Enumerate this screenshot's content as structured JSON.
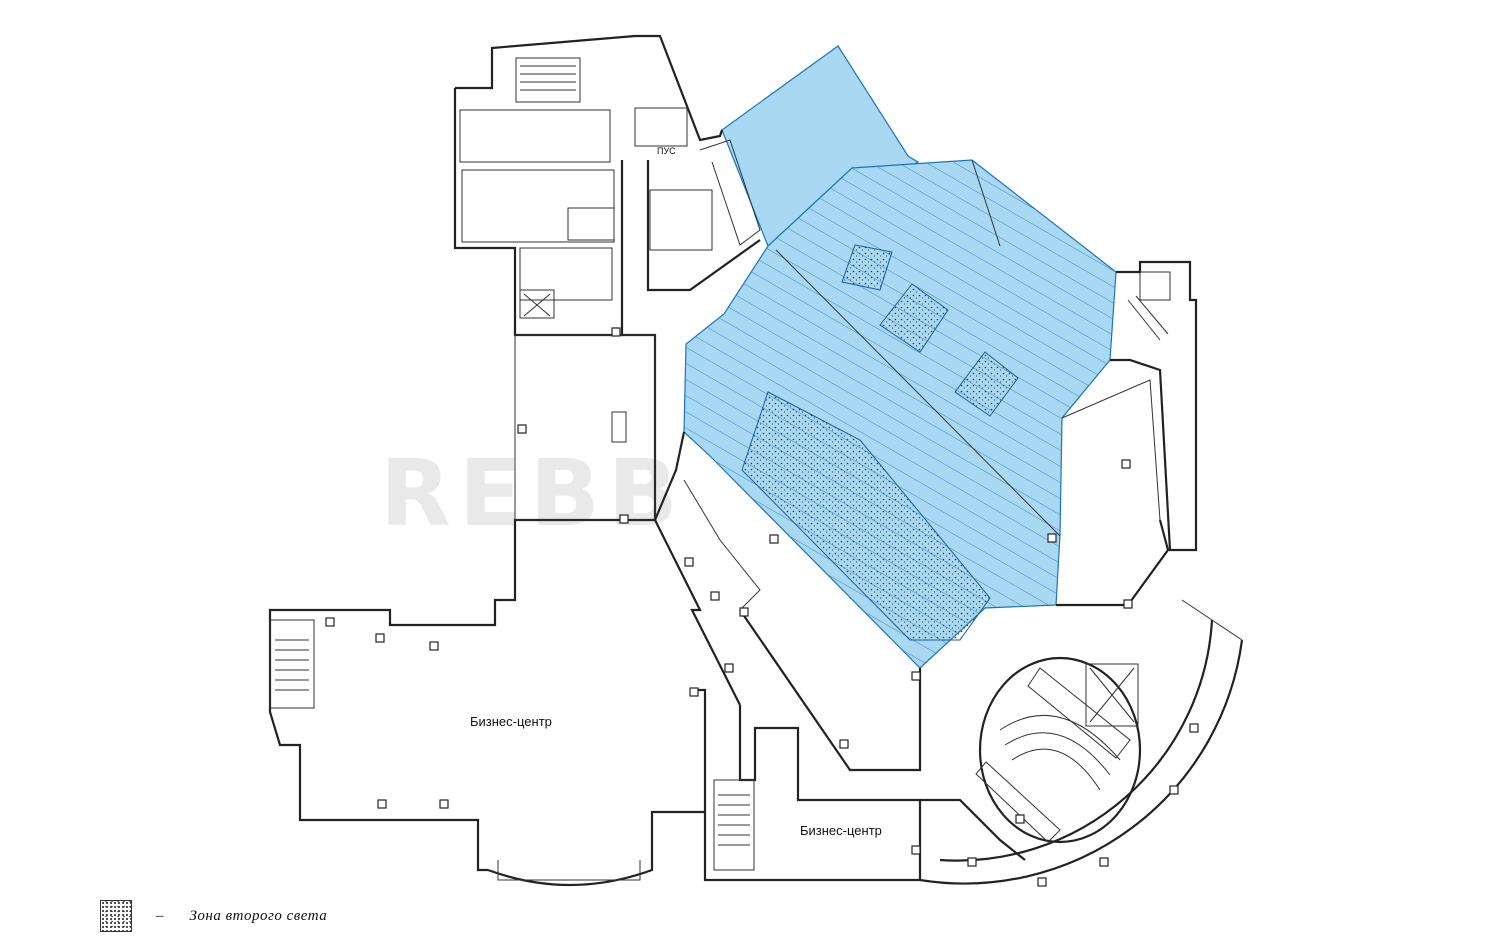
{
  "plan": {
    "watermark": "REBB",
    "rooms": [
      {
        "label": "Бизнес-центр"
      },
      {
        "label": "Бизнес-центр"
      }
    ],
    "restroom_label": "ПУС"
  },
  "legend": {
    "dash": "–",
    "text": "Зона второго света"
  },
  "colors": {
    "highlight_fill": "#a9d8f3",
    "highlight_stroke": "#1a75b8",
    "hatch": "#3a86c4",
    "wall": "#222222"
  },
  "icons": {
    "legend_swatch": "dotted-texture-swatch"
  }
}
